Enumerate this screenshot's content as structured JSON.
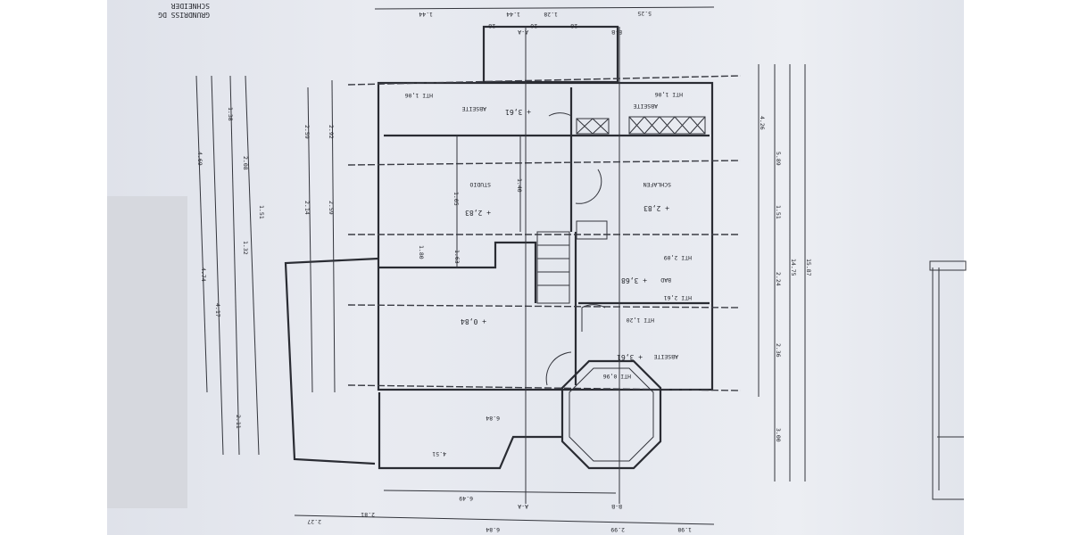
{
  "title": {
    "line1": "SCHNEIDER",
    "line2": "GRUNDRISS DG"
  },
  "sections": {
    "a": "A-A",
    "b": "B-B"
  },
  "rooms": [
    {
      "name": "ABSEITE",
      "level": "+ 3,61",
      "height": "HTI 1,06"
    },
    {
      "name": "ABSEITE",
      "height": "HTI 1,06"
    },
    {
      "name": "STUDIO",
      "level": "+ 2,83"
    },
    {
      "name": "SCHLAFEN",
      "level": "+ 2,83"
    },
    {
      "name": "BAD",
      "level": "+ 3,68",
      "height_top": "HTI 2,09",
      "height_bottom": "HTI 2,61"
    },
    {
      "name": "",
      "level": "+ 0,84"
    },
    {
      "name": "ABSEITE",
      "level": "+ 3,61",
      "height": "HTI 1,20"
    },
    {
      "name": "",
      "height": "HTI 0,96"
    }
  ],
  "dimensions": {
    "top": [
      "1.44",
      "28",
      "1.44",
      "20",
      "1.28",
      "28",
      "5.25"
    ],
    "left": [
      "4.69",
      "4.74",
      "1.38",
      "2.08",
      "1.51",
      "1.32",
      "4.17",
      "2.11"
    ],
    "right": [
      "4.26",
      "5.89",
      "1.51",
      "2.24",
      "2.36",
      "3.00",
      "14.75",
      "15.87"
    ],
    "bottom": [
      "6.84",
      "4.51",
      "6.49",
      "2.27",
      "2.81",
      "6.84",
      "2.99",
      "1.98"
    ],
    "interior": [
      "1.05",
      "1.40",
      "1.80",
      "1.63",
      "2.14",
      "2.59",
      "2.59",
      "2.92"
    ]
  }
}
